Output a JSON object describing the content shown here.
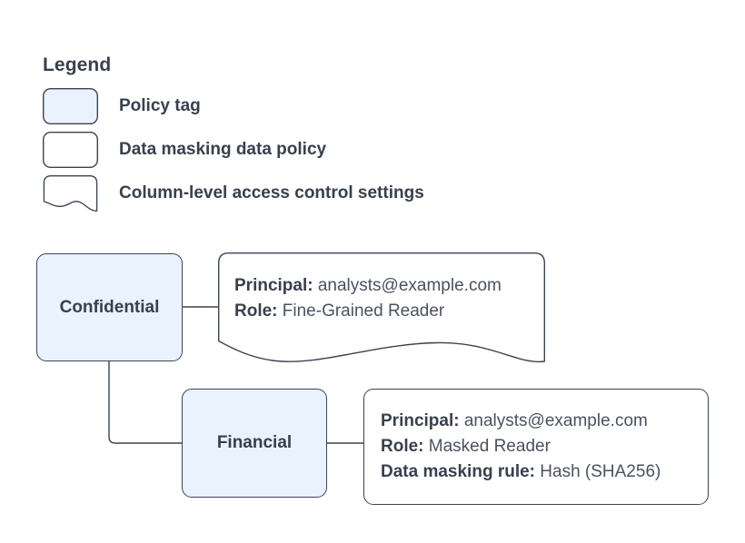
{
  "legend": {
    "title": "Legend",
    "items": [
      {
        "swatch": "policy-tag-swatch",
        "label": "Policy tag",
        "shape": "rounded-rect",
        "fill": "#e9f2fd"
      },
      {
        "swatch": "data-masking-policy-swatch",
        "label": "Data masking data policy",
        "shape": "rounded-rect",
        "fill": "#ffffff"
      },
      {
        "swatch": "column-access-settings-swatch",
        "label": "Column-level access control settings",
        "shape": "document-wave",
        "fill": "#ffffff"
      }
    ]
  },
  "diagram": {
    "nodes": [
      {
        "id": "confidential",
        "label": "Confidential",
        "type": "policy-tag"
      },
      {
        "id": "financial",
        "label": "Financial",
        "type": "policy-tag"
      }
    ],
    "details": [
      {
        "id": "confidential-access-settings",
        "shape": "document-wave",
        "lines": [
          {
            "key": "Principal:",
            "value": "analysts@example.com"
          },
          {
            "key": "Role:",
            "value": "Fine-Grained Reader"
          }
        ]
      },
      {
        "id": "financial-masking-policy",
        "shape": "rounded-rect",
        "lines": [
          {
            "key": "Principal:",
            "value": "analysts@example.com"
          },
          {
            "key": "Role:",
            "value": "Masked Reader"
          },
          {
            "key": "Data masking rule:",
            "value": "Hash (SHA256)"
          }
        ]
      }
    ],
    "edges": [
      {
        "id": "confidential-to-access-settings",
        "from": "confidential",
        "to": "confidential-access-settings"
      },
      {
        "id": "confidential-to-financial",
        "from": "confidential",
        "to": "financial"
      },
      {
        "id": "financial-to-masking-policy",
        "from": "financial",
        "to": "financial-masking-policy"
      }
    ]
  },
  "colors": {
    "tag_fill": "#e9f2fd",
    "stroke": "#3b4351",
    "text": "#38404e",
    "value_text": "#4a5260",
    "background": "#ffffff"
  }
}
